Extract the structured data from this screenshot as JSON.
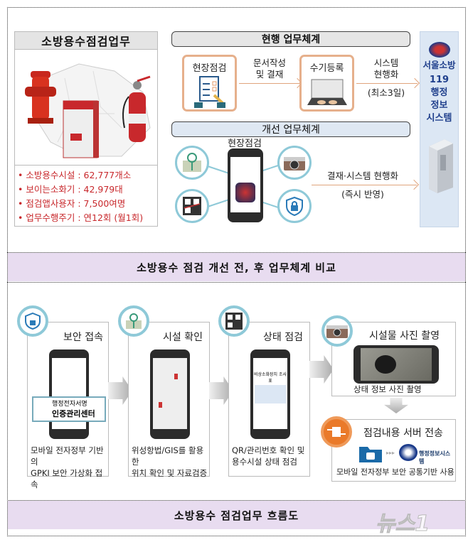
{
  "top_section": {
    "left_card": {
      "title": "소방용수점검업무",
      "stats": [
        "소방용수시설 : 62,777개소",
        "보이는소화기 : 42,979대",
        "점검앱사용자 : 7,500여명",
        "업무수행주기 : 연12회 (월1회)"
      ]
    },
    "current_system": {
      "title": "현행 업무체계",
      "step1": "현장점검",
      "arrow1_label": [
        "문서작성",
        "및 결재"
      ],
      "step2": "수기등록",
      "arrow2_label": [
        "시스템",
        "현행화"
      ],
      "arrow2_note": "(최소3일)"
    },
    "improved_system": {
      "title": "개선 업무체계",
      "center_label": "현장점검",
      "arrow_label": "결재·시스템 현행화",
      "arrow_note": "(즉시 반영)",
      "icons": [
        "map-pin-icon",
        "camera-icon",
        "qr-code-icon",
        "shield-lock-icon"
      ]
    },
    "target_system": {
      "brand": "서울소방",
      "lines": [
        "119",
        "행정",
        "정보",
        "시스템"
      ]
    },
    "caption": "소방용수 점검 개선 전, 후 업무체계 비교"
  },
  "flow_section": {
    "steps": [
      {
        "title": "보안 접속",
        "desc": [
          "모바일 전자정부 기반의",
          "GPKI 보안 가상화 접속"
        ],
        "icon": "shield-lock-icon",
        "overlay": [
          "행정전자서명",
          "인증관리센터"
        ]
      },
      {
        "title": "시설 확인",
        "desc": [
          "위성항법/GIS를 활용한",
          "위치 확인 및 자료검증"
        ],
        "icon": "map-pin-icon"
      },
      {
        "title": "상태 점검",
        "desc": [
          "QR/관리번호 확인 및",
          "용수시설 상태 점검"
        ],
        "icon": "qr-code-icon",
        "screen_title": "비상소화장치 조사표"
      },
      {
        "title": "시설물 사진 촬영",
        "desc": [
          "상태 정보 사진 촬영"
        ],
        "icon": "camera-icon"
      },
      {
        "title": "점검내용 서버 전송",
        "desc": [
          "모바일 전자정부 보안 공통기반 사용"
        ],
        "icon": "transfer-icon",
        "target": "행정정보시스템"
      }
    ],
    "caption": "소방용수 점검업무 흐름도",
    "watermark": "뉴스1"
  },
  "colors": {
    "band": "#e8dcf0",
    "stat_red": "#c8282c",
    "accent_orange": "#e6b08c",
    "circle_blue": "#8ec9d8",
    "sys_blue": "#dce7f4"
  }
}
